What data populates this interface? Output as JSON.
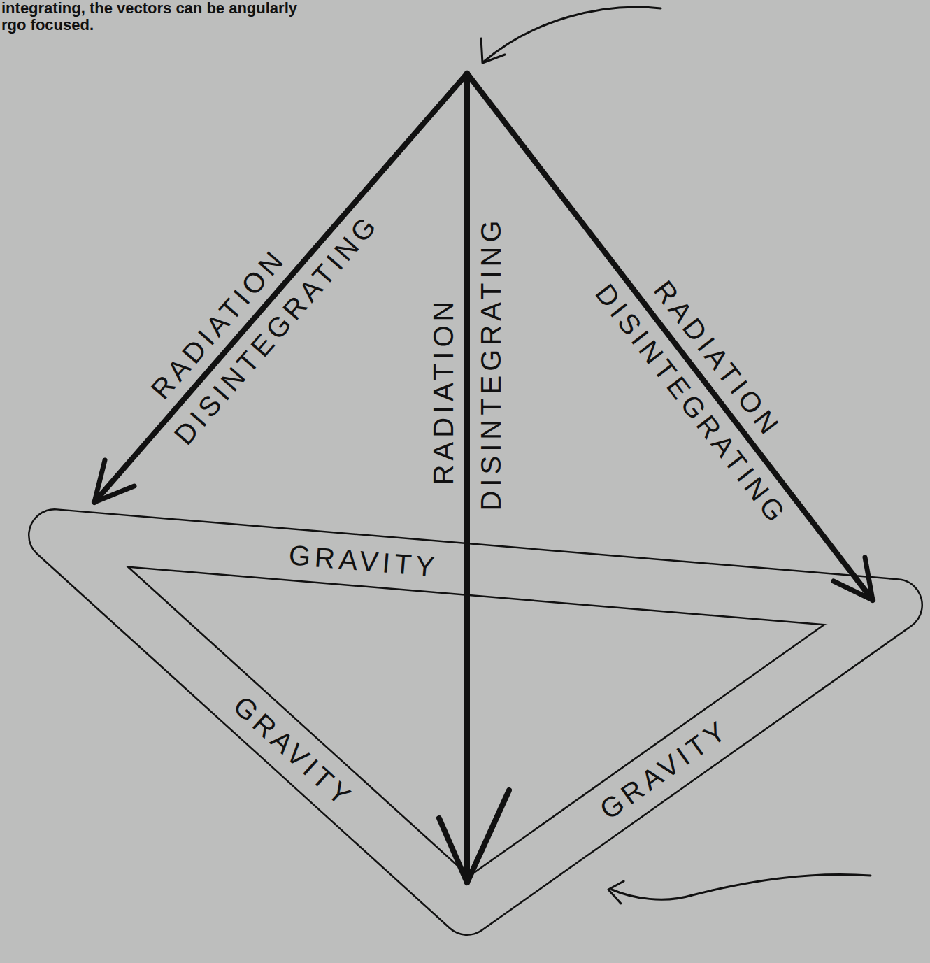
{
  "diagram": {
    "labels": [
      "integrating, the vectors can be angularly",
      "rgo focused.",
      "RADIATION",
      "DISINTEGRATING",
      "RADIATION",
      "DISINTEGRATING",
      "RADIATION",
      "DISINTEGRATING",
      "GRAVITY",
      "GRAVITY",
      "GRAVITY"
    ]
  }
}
